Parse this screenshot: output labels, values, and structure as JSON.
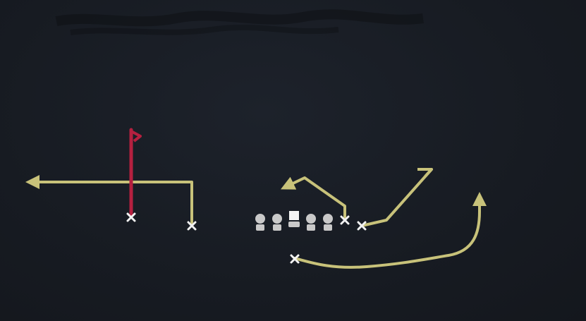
{
  "app": {
    "title": ""
  },
  "colors": {
    "background": "#171b22",
    "route": "#c8c27a",
    "highlight_route": "#b5203f",
    "player_marker": "#f2f2f2",
    "lineman": "#c9c9c9",
    "center": "#f5f5f5",
    "title_smudge": "#0f1115"
  },
  "players": [
    {
      "id": "receiver-left-outside",
      "icon": "x-marker-icon",
      "route": "corner-left"
    },
    {
      "id": "receiver-left-slot",
      "icon": "x-marker-icon",
      "route": "post-highlighted",
      "highlighted": true
    },
    {
      "id": "tight-end-right",
      "icon": "x-marker-icon",
      "route": "out-left"
    },
    {
      "id": "wingback-right",
      "icon": "x-marker-icon",
      "route": "corner-right"
    },
    {
      "id": "running-back",
      "icon": "x-marker-icon",
      "route": "wheel-right"
    }
  ],
  "line": [
    {
      "id": "left-tackle",
      "icon": "lineman-icon"
    },
    {
      "id": "left-guard",
      "icon": "lineman-icon"
    },
    {
      "id": "center",
      "icon": "center-square-icon"
    },
    {
      "id": "right-guard",
      "icon": "lineman-icon"
    },
    {
      "id": "right-tackle",
      "icon": "lineman-icon"
    }
  ]
}
